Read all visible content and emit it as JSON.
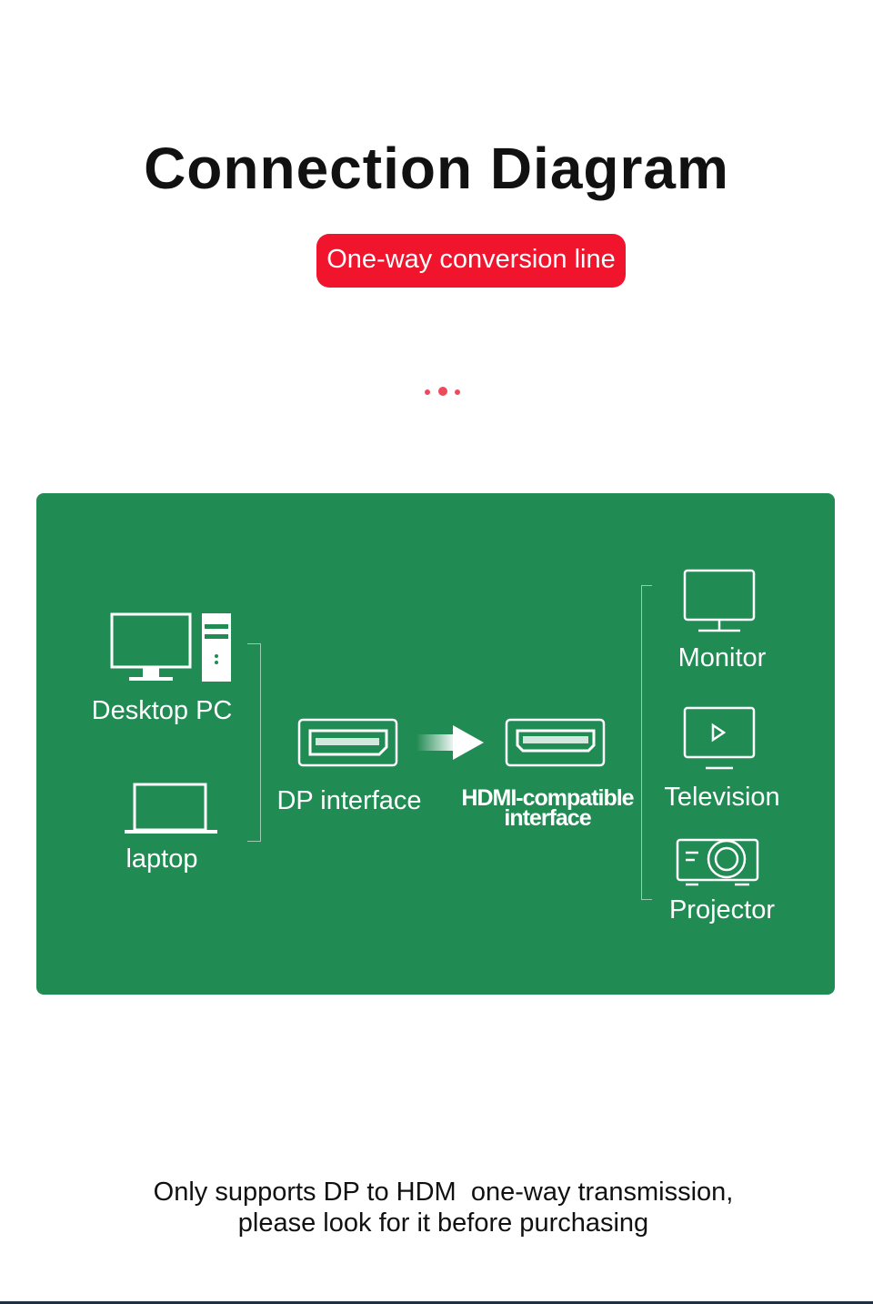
{
  "title": "Connection Diagram",
  "badge": "One-way conversion line",
  "colors": {
    "badge": "#f0142d",
    "panel": "#218b54"
  },
  "sources": [
    {
      "label": "Desktop PC",
      "icon": "desktop-pc-icon"
    },
    {
      "label": "laptop",
      "icon": "laptop-icon"
    }
  ],
  "input_port": {
    "label": "DP interface",
    "icon": "displayport-icon"
  },
  "output_port": {
    "label_line1": "HDMI-compatible",
    "label_line2": "interface",
    "icon": "hdmi-port-icon"
  },
  "targets": [
    {
      "label": "Monitor",
      "icon": "monitor-icon"
    },
    {
      "label": "Television",
      "icon": "television-icon"
    },
    {
      "label": "Projector",
      "icon": "projector-icon"
    }
  ],
  "note": {
    "line1": "Only supports DP to HDM  one-way transmission,",
    "line2": "please look for it before purchasing"
  }
}
